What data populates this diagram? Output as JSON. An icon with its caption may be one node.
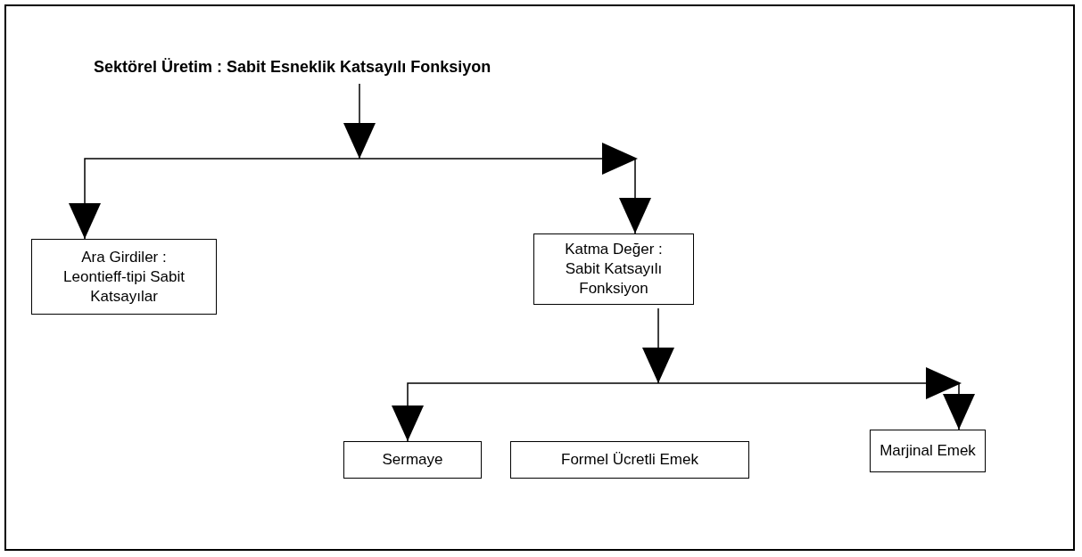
{
  "diagram": {
    "nodes": [
      {
        "text": [
          "Sektörel Üretim : Sabit Esneklik Katsayılı Fonksiyon"
        ]
      },
      {
        "text": [
          "Ara Girdiler : Leontieff-tipi Sabit Katsayılar"
        ]
      },
      {
        "text": [
          "Katma Değer : Sabit Katsayılı Fonksiyon"
        ]
      },
      {
        "text": [
          "Sermaye"
        ]
      },
      {
        "text": [
          "Formel Ücretli Emek"
        ]
      },
      {
        "text": [
          "Marjinal Emek"
        ]
      }
    ],
    "edges": [
      {
        "from": 0,
        "to": 1,
        "arrow": "to"
      },
      {
        "from": 0,
        "to": 2,
        "arrow": "to"
      },
      {
        "from": 2,
        "to": 3,
        "arrow": "to"
      },
      {
        "from": 2,
        "to": 5,
        "arrow": "to"
      }
    ]
  }
}
